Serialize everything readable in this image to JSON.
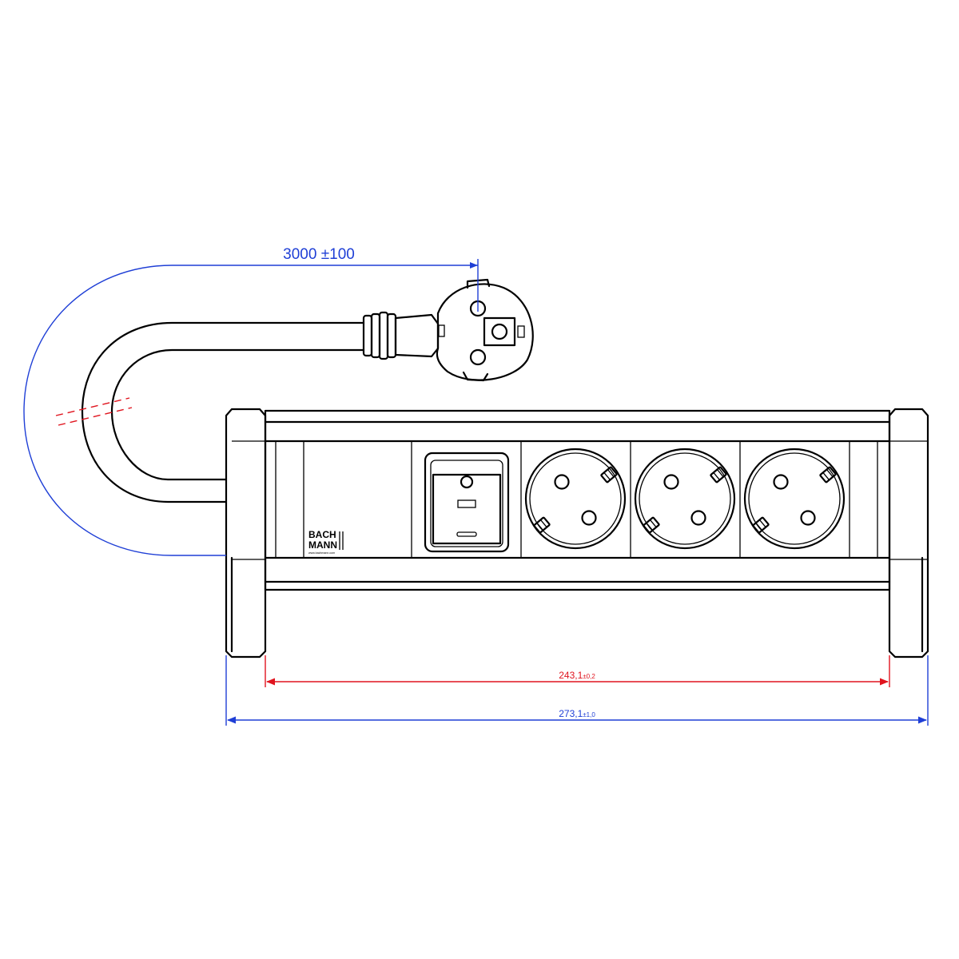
{
  "dimensions": {
    "cable_length": "3000 ±100",
    "inner_width_value": "243,1",
    "inner_width_tolerance": "±0,2",
    "overall_width_value": "273,1",
    "overall_width_tolerance": "±1,0"
  },
  "logo": {
    "line1": "BACH",
    "line2": "MANN",
    "url": "www.bachmann.com"
  },
  "colors": {
    "outline": "#000000",
    "dimension_blue": "#1f3fd6",
    "dimension_red": "#e0141e"
  }
}
